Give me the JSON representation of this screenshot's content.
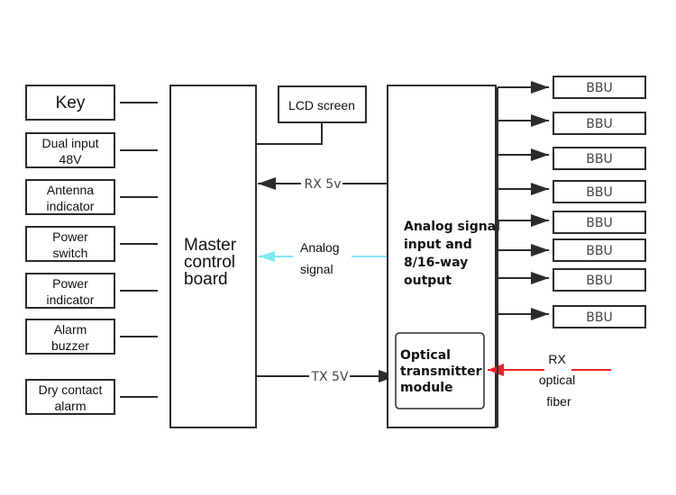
{
  "left_inputs": [
    {
      "lines": [
        "Key"
      ]
    },
    {
      "lines": [
        "Dual input",
        "48V"
      ]
    },
    {
      "lines": [
        "Antenna",
        "indicator"
      ]
    },
    {
      "lines": [
        "Power",
        "switch"
      ]
    },
    {
      "lines": [
        "Power",
        "indicator"
      ]
    },
    {
      "lines": [
        "Alarm",
        "buzzer"
      ]
    },
    {
      "lines": [
        "Dry contact",
        "alarm"
      ]
    }
  ],
  "master": {
    "lines": [
      "Master",
      "control",
      "board"
    ]
  },
  "lcd": {
    "label": "LCD screen"
  },
  "signals": {
    "rx5v": "RX 5v",
    "analog": [
      "Analog",
      "signal"
    ],
    "tx5v": "TX 5V",
    "rx_optical": [
      "RX",
      "optical",
      "fiber"
    ]
  },
  "analog_block": {
    "lines": [
      "Analog signal",
      "input and",
      "8/16-way",
      "output"
    ]
  },
  "optical_module": {
    "lines": [
      "Optical",
      "transmitter",
      "module"
    ]
  },
  "outputs": [
    "BBU",
    "BBU",
    "BBU",
    "BBU",
    "BBU",
    "BBU",
    "BBU",
    "BBU"
  ],
  "colors": {
    "analog_arrow": "#7fe8ef",
    "optical_arrow": "#e8232a",
    "stroke": "#2b2b2b"
  }
}
